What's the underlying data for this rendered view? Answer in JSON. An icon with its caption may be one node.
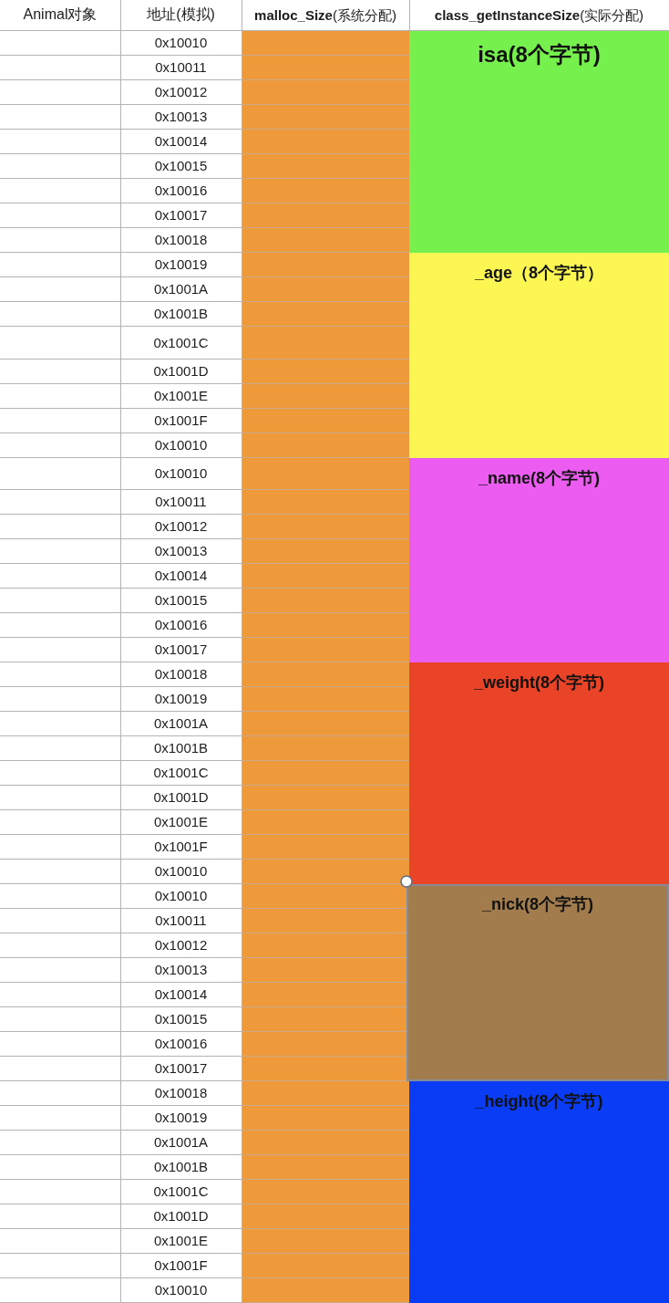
{
  "diagram": {
    "nodes": [
      {
        "text": [
          "isa(8个字节)"
        ]
      },
      {
        "text": [
          "_age（8个字节）"
        ]
      },
      {
        "text": [
          "_name(8个字节)"
        ]
      },
      {
        "text": [
          "_weight(8个字节)"
        ]
      },
      {
        "text": [
          "_nick(8个字节)"
        ]
      },
      {
        "text": [
          "_height(8个字节)"
        ]
      }
    ],
    "labels": [
      "Animal对象",
      "地址(模拟)",
      "**malloc_Size**(系统分配)",
      "**class_getInstanceSize**(实际分配)",
      "0x10010",
      "0x10011",
      "0x10012",
      "0x10013",
      "0x10014",
      "0x10015",
      "0x10016",
      "0x10017",
      "0x10018",
      "0x10019",
      "0x1001A",
      "0x1001B",
      "0x1001C",
      "0x1001D",
      "0x1001E",
      "0x1001F",
      "0x10010",
      "0x10010",
      "0x10011",
      "0x10012",
      "0x10013",
      "0x10014",
      "0x10015",
      "0x10016",
      "0x10017",
      "0x10018",
      "0x10019",
      "0x1001A",
      "0x1001B",
      "0x1001C",
      "0x1001D",
      "0x1001E",
      "0x1001F",
      "0x10010",
      "0x10010",
      "0x10011",
      "0x10012",
      "0x10013",
      "0x10014",
      "0x10015",
      "0x10016",
      "0x10017",
      "0x10018",
      "0x10019",
      "0x1001A",
      "0x1001B",
      "0x1001C",
      "0x1001D",
      "0x1001E",
      "0x1001F",
      "0x10010"
    ]
  }
}
